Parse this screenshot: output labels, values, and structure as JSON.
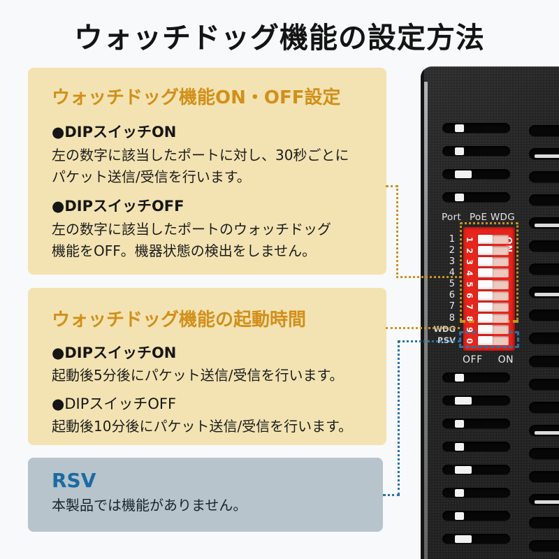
{
  "title": "ウォッチドッグ機能の設定方法",
  "callouts": {
    "onoff": {
      "heading": "ウォッチドッグ機能ON・OFF設定",
      "on_label": "●DIPスイッチON",
      "on_lines": [
        "左の数字に該当したポートに対し、30秒ごとに",
        "パケット送信/受信を行います。"
      ],
      "off_label": "●DIPスイッチOFF",
      "off_lines": [
        "左の数字に該当したポートのウォッチドッグ",
        "機能をOFF。機器状態の検出をしません。"
      ]
    },
    "boot": {
      "heading": "ウォッチドッグ機能の起動時間",
      "on_label": "●DIPスイッチON",
      "on_lines": [
        "起動後5分後にパケット送信/受信を行います。"
      ],
      "off_label": "●DIPスイッチOFF",
      "off_lines": [
        "起動後10分後にパケット送信/受信を行います。"
      ]
    },
    "rsv": {
      "heading": "RSV",
      "text": "本製品では機能がありません。"
    }
  },
  "device": {
    "header_port": "Port",
    "header_poe_wdg": "PoE WDG",
    "port_numbers": [
      "1",
      "2",
      "3",
      "4",
      "5",
      "6",
      "7",
      "8"
    ],
    "dip_digits": [
      "1",
      "2",
      "3",
      "4",
      "5",
      "6",
      "7",
      "8",
      "9",
      "0"
    ],
    "on_vertical": "ON",
    "off_label": "OFF",
    "on_label": "ON",
    "row9_label": "WDG",
    "row10_label": "RSV"
  },
  "colors": {
    "heading_orange": "#d28f1a",
    "leader_orange": "#c9941f",
    "heading_blue": "#1b6ba1",
    "leader_blue": "#2b74a2",
    "cream_bg": "#f3e3b2",
    "gray_blue_bg": "#b7c4cc",
    "dip_red": "#e6251c"
  }
}
